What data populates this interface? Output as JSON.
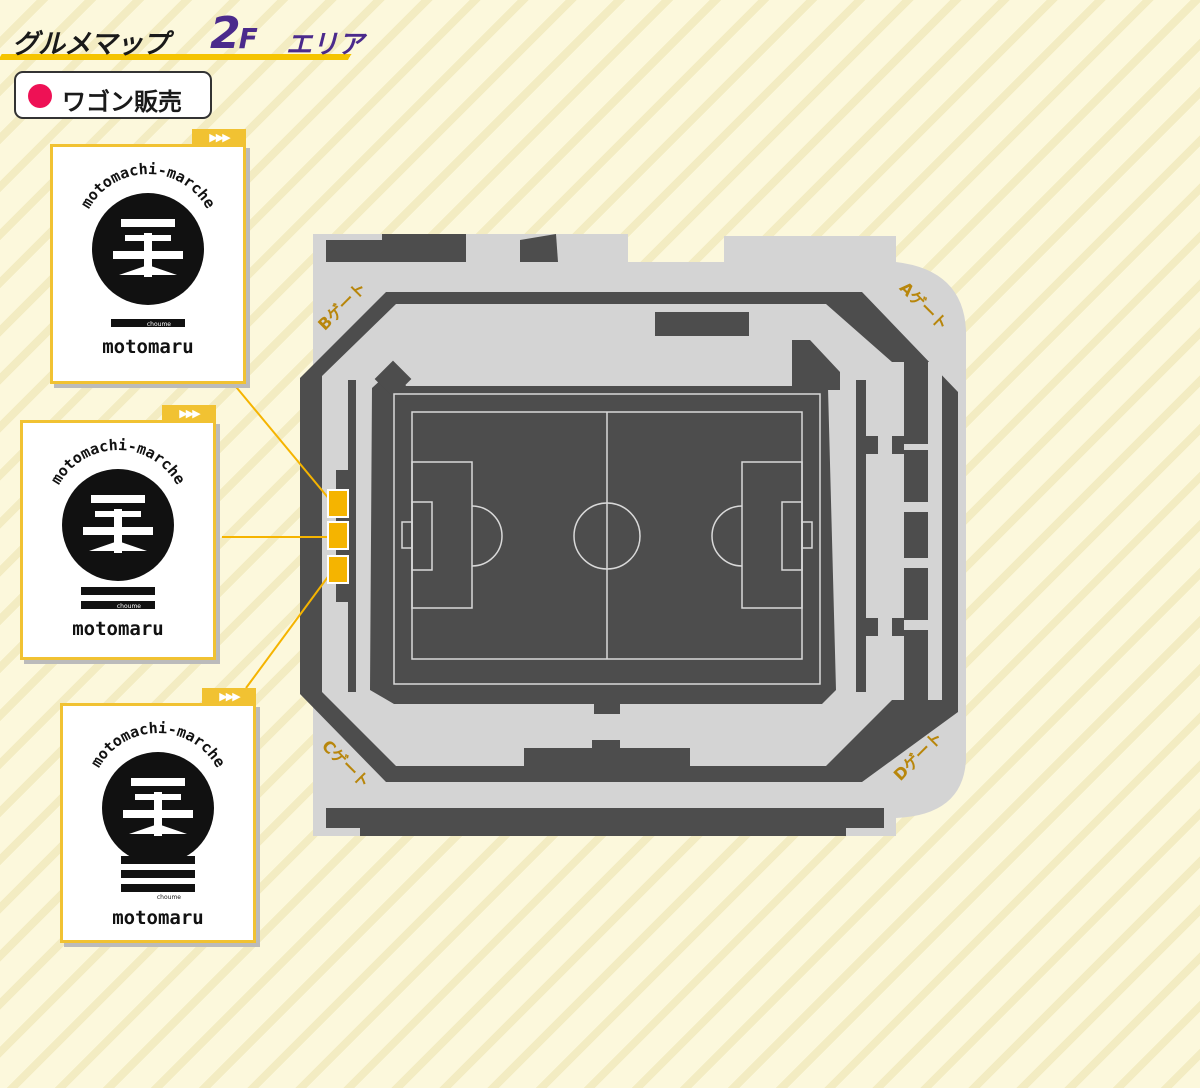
{
  "header": {
    "title": "グルメマップ",
    "floor": "2",
    "floor_suffix": "F",
    "area": "エリア"
  },
  "legend": {
    "label": "ワゴン販売",
    "dot_color": "#ee1155"
  },
  "shops": [
    {
      "brand_top": "motomachi-marche",
      "brand_small": "choume",
      "brand_bottom": "motomaru",
      "arrow": "▶▶▶"
    },
    {
      "brand_top": "motomachi-marche",
      "brand_small": "choume",
      "brand_bottom": "motomaru",
      "arrow": "▶▶▶"
    },
    {
      "brand_top": "motomachi-marche",
      "brand_small": "choume",
      "brand_bottom": "motomaru",
      "arrow": "▶▶▶"
    }
  ],
  "gates": {
    "a": "Aゲート",
    "b": "Bゲート",
    "c": "Cゲート",
    "d": "Dゲート"
  },
  "colors": {
    "accent": "#f5c400",
    "floor_purple": "#4b2a8c",
    "stand_dark": "#4d4d4d",
    "concourse": "#d4d4d4",
    "gate_text": "#b8860b",
    "wagon_marker": "#f5b400"
  }
}
